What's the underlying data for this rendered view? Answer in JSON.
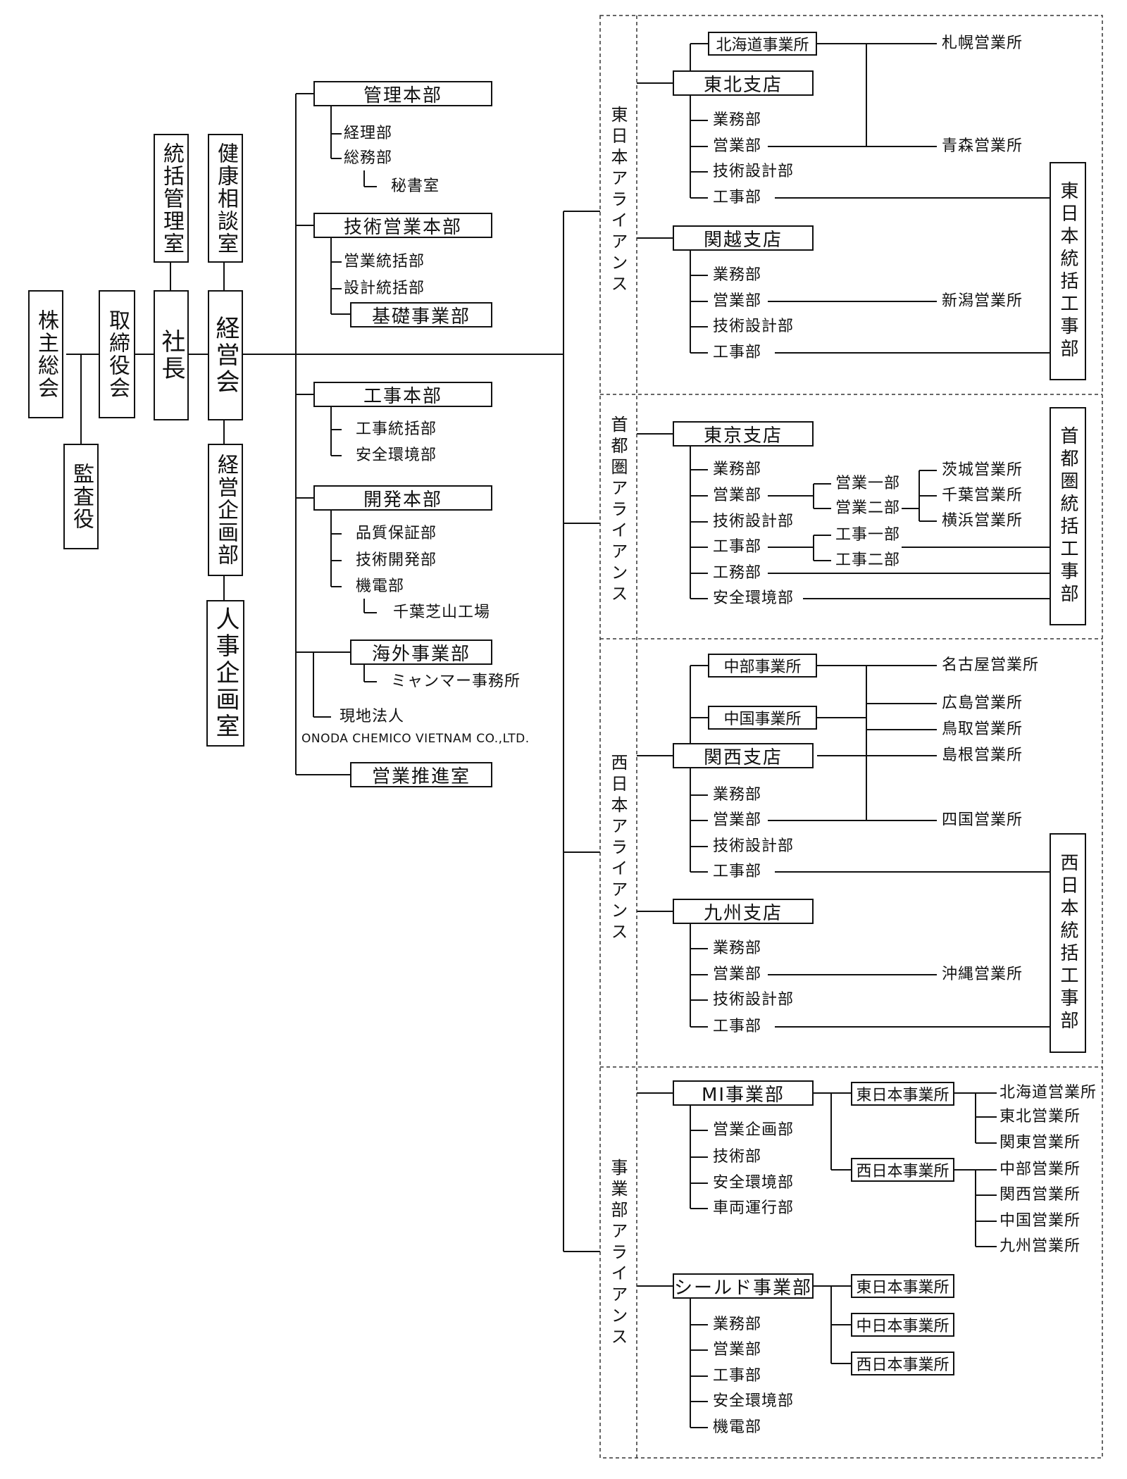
{
  "top": {
    "shareholders": "株主総会",
    "auditor": "監査役",
    "board": "取締役会",
    "president": "社長",
    "general_mgmt": "統括管理室",
    "health": "健康相談室",
    "mgmt_council": "経営会",
    "planning": "経営企画部",
    "hr": "人事企画室"
  },
  "hq": {
    "admin": {
      "title": "管理本部",
      "accounting": "経理部",
      "general_affairs": "総務部",
      "secretary": "秘書室"
    },
    "tech_sales": {
      "title": "技術営業本部",
      "sales_mgmt": "営業統括部",
      "design_mgmt": "設計統括部",
      "foundation": "基礎事業部"
    },
    "construction": {
      "title": "工事本部",
      "constr_mgmt": "工事統括部",
      "safety": "安全環境部"
    },
    "development": {
      "title": "開発本部",
      "quality": "品質保証部",
      "tech_dev": "技術開発部",
      "machinery": "機電部",
      "plant": "千葉芝山工場"
    },
    "overseas": {
      "title": "海外事業部",
      "myanmar": "ミャンマー事務所",
      "local_corp": "現地法人",
      "local_corp_name": "ONODA CHEMICO VIETNAM CO.,LTD."
    },
    "sales_promo": "営業推進室"
  },
  "alliances": {
    "east": {
      "label": "東日本アライアンス",
      "hokkaido_office": "北海道事業所",
      "tohoku": "東北支店",
      "tohoku_depts": [
        "業務部",
        "営業部",
        "技術設計部",
        "工事部"
      ],
      "sapporo": "札幌営業所",
      "aomori": "青森営業所",
      "kanetsu": "関越支店",
      "kanetsu_depts": [
        "業務部",
        "営業部",
        "技術設計部",
        "工事部"
      ],
      "niigata": "新潟営業所",
      "hub": "東日本統括工事部"
    },
    "capital": {
      "label": "首都圏アライアンス",
      "tokyo": "東京支店",
      "depts": [
        "業務部",
        "営業部",
        "技術設計部",
        "工事部",
        "工務部",
        "安全環境部"
      ],
      "sales1": "営業一部",
      "sales2": "営業二部",
      "constr1": "工事一部",
      "constr2": "工事二部",
      "ibaraki": "茨城営業所",
      "chiba": "千葉営業所",
      "yokohama": "横浜営業所",
      "hub": "首都圏統括工事部"
    },
    "west": {
      "label": "西日本アライアンス",
      "chubu_office": "中部事業所",
      "chugoku_office": "中国事業所",
      "kansai": "関西支店",
      "kansai_depts": [
        "業務部",
        "営業部",
        "技術設計部",
        "工事部"
      ],
      "nagoya": "名古屋営業所",
      "hiroshima": "広島営業所",
      "tottori": "鳥取営業所",
      "shimane": "島根営業所",
      "shikoku": "四国営業所",
      "kyushu": "九州支店",
      "kyushu_depts": [
        "業務部",
        "営業部",
        "技術設計部",
        "工事部"
      ],
      "okinawa": "沖縄営業所",
      "hub": "西日本統括工事部"
    },
    "division": {
      "label": "事業部アライアンス",
      "mi": "MI事業部",
      "mi_depts": [
        "営業企画部",
        "技術部",
        "安全環境部",
        "車両運行部"
      ],
      "mi_east": "東日本事業所",
      "mi_west": "西日本事業所",
      "mi_east_branches": [
        "北海道営業所",
        "東北営業所",
        "関東営業所"
      ],
      "mi_west_branches": [
        "中部営業所",
        "関西営業所",
        "中国営業所",
        "九州営業所"
      ],
      "shield": "シールド事業部",
      "shield_depts": [
        "業務部",
        "営業部",
        "工事部",
        "安全環境部",
        "機電部"
      ],
      "shield_east": "東日本事業所",
      "shield_central": "中日本事業所",
      "shield_west": "西日本事業所"
    }
  }
}
